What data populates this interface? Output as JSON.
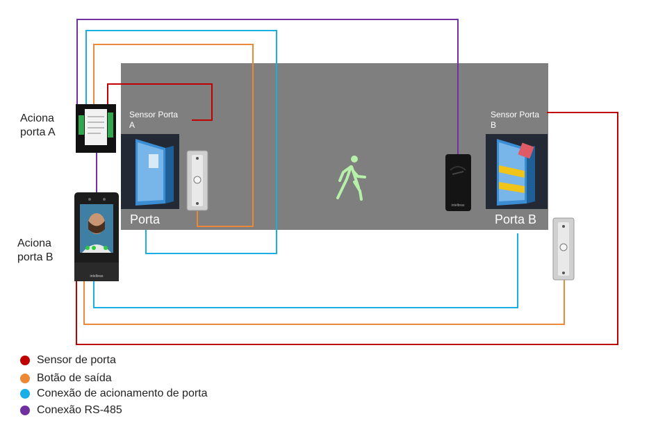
{
  "labels": {
    "aciona_a": "Aciona porta A",
    "aciona_b": "Aciona porta B",
    "sensor_a": "Sensor Porta A",
    "sensor_b": "Sensor Porta B",
    "porta_a": "Porta",
    "porta_b": "Porta B"
  },
  "legend": [
    {
      "label": "Sensor de porta",
      "color": "#c00000"
    },
    {
      "label": "Botão de saída",
      "color": "#ed8936"
    },
    {
      "label": "Conexão de acionamento de porta",
      "color": "#18aee6"
    },
    {
      "label": "Conexão RS-485",
      "color": "#7030a0"
    }
  ],
  "colors": {
    "sensor": "#c00000",
    "exit_button": "#ed8936",
    "door_trigger": "#18aee6",
    "rs485": "#7030a0",
    "area": "#7f7f7f",
    "walk_icon": "#b7f0a8"
  },
  "icons": {
    "walk": "walking-person-icon",
    "controller": "access-controller-module",
    "terminal": "face-recognition-terminal",
    "reader": "rfid-reader",
    "button": "exit-button"
  }
}
